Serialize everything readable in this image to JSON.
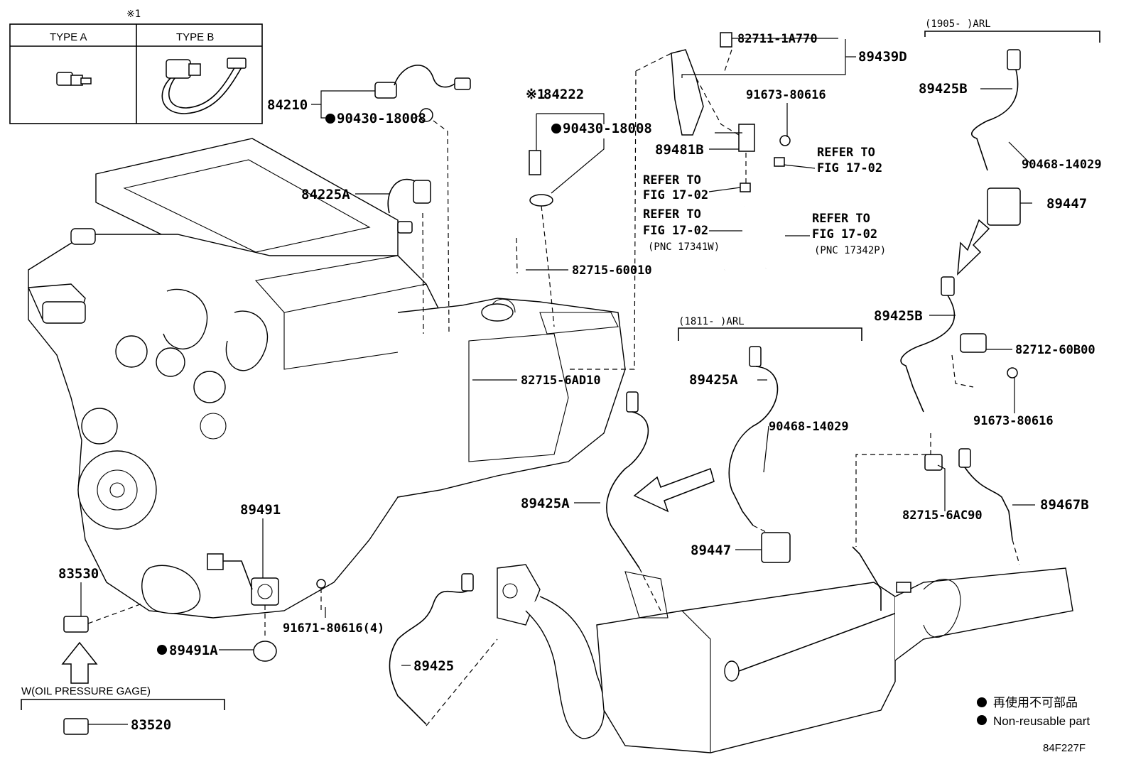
{
  "diagram_code": "84F227F",
  "type_box": {
    "note_mark": "※1",
    "type_a_label": "TYPE A",
    "type_b_label": "TYPE B"
  },
  "sections": {
    "range_1905": "(1905-        )ARL",
    "range_1811": "(1811-        )ARL",
    "oil_gage": "W(OIL PRESSURE GAGE)"
  },
  "parts": {
    "p84210": "84210",
    "p90430_a": "90430-18008",
    "p84222": "84222",
    "p84222_mark": "※1",
    "p90430_b": "90430-18008",
    "p84225A": "84225A",
    "p82711": "82711-1A770",
    "p89439D": "89439D",
    "p91673_a": "91673-80616",
    "p89481B": "89481B",
    "p82715_60010": "82715-60010",
    "p82715_6AD10": "82715-6AD10",
    "p89425B_top": "89425B",
    "p90468_a": "90468-14029",
    "p89447_top": "89447",
    "p89425B_mid": "89425B",
    "p82712": "82712-60B00",
    "p91673_b": "91673-80616",
    "p89425A_right": "89425A",
    "p90468_b": "90468-14029",
    "p89447_mid": "89447",
    "p89425A_left": "89425A",
    "p82715_6AC90": "82715-6AC90",
    "p89467B": "89467B",
    "p89491": "89491",
    "p83530": "83530",
    "p91671": "91671-80616(4)",
    "p89491A": "89491A",
    "p89425": "89425",
    "p83520": "83520"
  },
  "refs": {
    "ref1_line1": "REFER TO",
    "ref1_line2": "FIG 17-02",
    "ref2_line1": "REFER TO",
    "ref2_line2": "FIG 17-02",
    "ref3_line1": "REFER TO",
    "ref3_line2": "FIG 17-02",
    "ref3_pnc": "(PNC 17341W)",
    "ref4_line1": "REFER TO",
    "ref4_line2": "FIG 17-02",
    "ref4_pnc": "(PNC 17342P)"
  },
  "legend": {
    "jp": "再使用不可部品",
    "en": "Non-reusable part"
  }
}
